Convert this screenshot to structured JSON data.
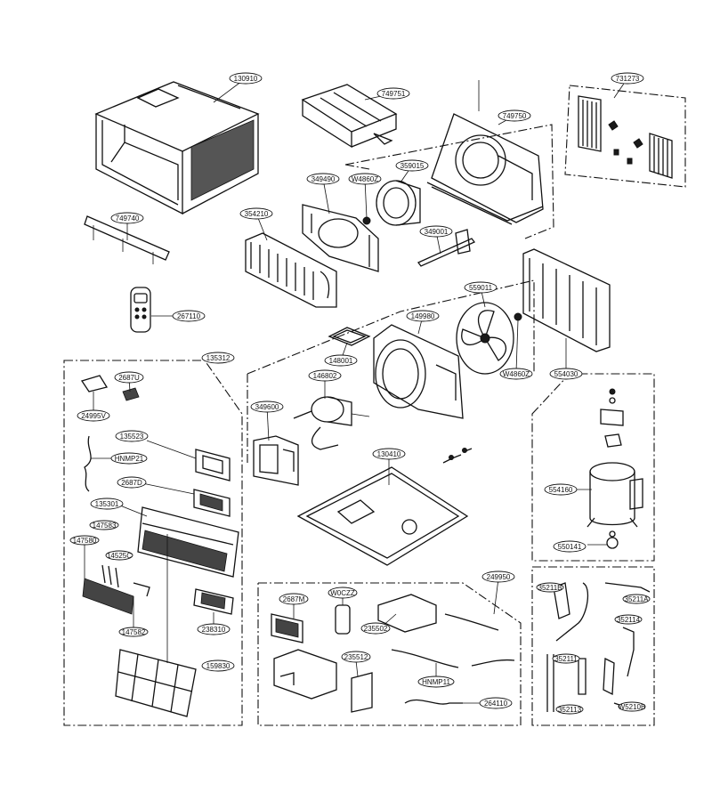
{
  "labels": [
    {
      "id": "p130910",
      "text": "130910"
    },
    {
      "id": "p749751",
      "text": "749751"
    },
    {
      "id": "p749750",
      "text": "749750"
    },
    {
      "id": "p731273",
      "text": "731273"
    },
    {
      "id": "p349490",
      "text": "349490"
    },
    {
      "id": "pW4860Z_a",
      "text": "W4860Z"
    },
    {
      "id": "p359015",
      "text": "359015"
    },
    {
      "id": "p749740",
      "text": "749740"
    },
    {
      "id": "p354210",
      "text": "354210"
    },
    {
      "id": "p349001",
      "text": "349001"
    },
    {
      "id": "p267110",
      "text": "267110"
    },
    {
      "id": "p559011",
      "text": "559011"
    },
    {
      "id": "p149980",
      "text": "149980"
    },
    {
      "id": "p148001",
      "text": "148001"
    },
    {
      "id": "pW4860Z_b",
      "text": "W4860Z"
    },
    {
      "id": "p554030",
      "text": "554030"
    },
    {
      "id": "p135312",
      "text": "135312"
    },
    {
      "id": "p2687U",
      "text": "2687U"
    },
    {
      "id": "p146802",
      "text": "146802"
    },
    {
      "id": "p24995V",
      "text": "24995V"
    },
    {
      "id": "p349600",
      "text": "349600"
    },
    {
      "id": "p135523",
      "text": "135523"
    },
    {
      "id": "pHNMP21",
      "text": "HNMP21"
    },
    {
      "id": "p2687D",
      "text": "2687D"
    },
    {
      "id": "p135301",
      "text": "135301"
    },
    {
      "id": "p130410",
      "text": "130410"
    },
    {
      "id": "p147583",
      "text": "147583"
    },
    {
      "id": "p147580",
      "text": "147580"
    },
    {
      "id": "p14525C",
      "text": "14525C"
    },
    {
      "id": "p147582",
      "text": "147582"
    },
    {
      "id": "p238310",
      "text": "238310"
    },
    {
      "id": "p159830",
      "text": "159830"
    },
    {
      "id": "p554160",
      "text": "554160"
    },
    {
      "id": "p550141",
      "text": "550141"
    },
    {
      "id": "p2687M",
      "text": "2687M"
    },
    {
      "id": "pW0CZZ",
      "text": "W0CZZ"
    },
    {
      "id": "p249950",
      "text": "249950"
    },
    {
      "id": "p235502",
      "text": "235502"
    },
    {
      "id": "p235512",
      "text": "235512"
    },
    {
      "id": "pHNMP11",
      "text": "HNMP11"
    },
    {
      "id": "p264110",
      "text": "264110"
    },
    {
      "id": "p35211B",
      "text": "35211B"
    },
    {
      "id": "p35211A",
      "text": "35211A"
    },
    {
      "id": "p352114",
      "text": "352114"
    },
    {
      "id": "p352111",
      "text": "352111"
    },
    {
      "id": "p352113",
      "text": "352113"
    },
    {
      "id": "pW5210B",
      "text": "W5210B"
    }
  ]
}
